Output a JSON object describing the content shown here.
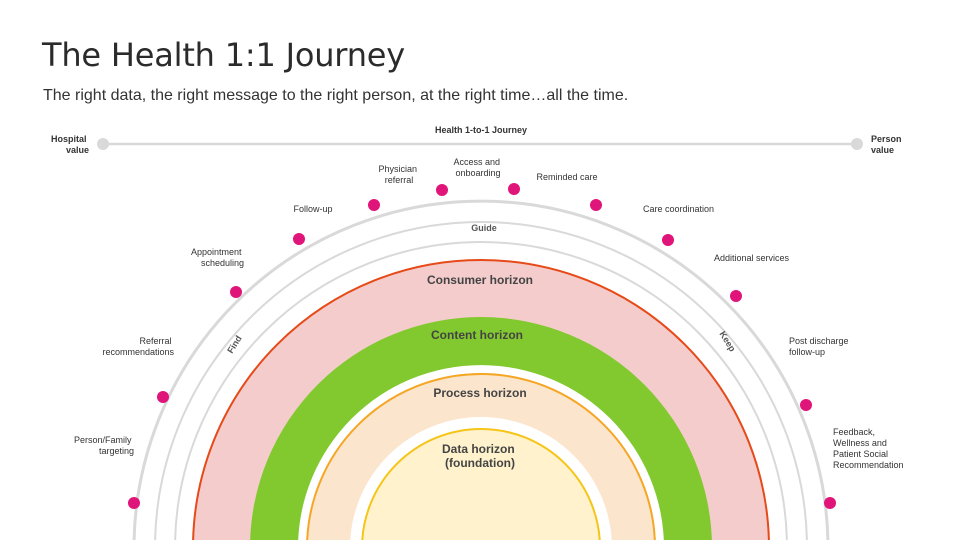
{
  "title": "The Health 1:1 Journey",
  "subtitle": "The right data, the right message to the right person, at the right time…all the time.",
  "axis": {
    "label": "Health 1-to-1 Journey",
    "left_label": [
      "Hospital",
      "value"
    ],
    "right_label": [
      "Person",
      "value"
    ]
  },
  "lanes": {
    "left": "Find",
    "top": "Guide",
    "right": "Keep"
  },
  "horizons": {
    "consumer": "Consumer horizon",
    "content": "Content horizon",
    "process": "Process horizon",
    "data": [
      "Data horizon",
      "(foundation)"
    ]
  },
  "steps": [
    {
      "label": [
        "Person/Family",
        "targeting"
      ]
    },
    {
      "label": [
        "Referral",
        "recommendations"
      ]
    },
    {
      "label": [
        "Appointment",
        "scheduling"
      ]
    },
    {
      "label": [
        "Follow-up"
      ]
    },
    {
      "label": [
        "Physician",
        "referral"
      ]
    },
    {
      "label": [
        "Access and",
        "onboarding"
      ]
    },
    {
      "label": [
        "Reminded care"
      ]
    },
    {
      "label": [
        "Care coordination"
      ]
    },
    {
      "label": [
        "Additional services"
      ]
    },
    {
      "label": [
        "Post discharge",
        "follow-up"
      ]
    },
    {
      "label": [
        "Feedback,",
        "Wellness and",
        "Patient Social",
        "Recommendation"
      ]
    }
  ],
  "colors": {
    "track": "#d9d9d9",
    "step_dot": "#e0157a",
    "consumer_fill": "#f4cccc",
    "consumer_stroke": "#e64a19",
    "content_fill": "#82c92f",
    "process_fill": "#fce5cd",
    "process_stroke": "#f5a623",
    "data_fill": "#fff2cc",
    "data_stroke": "#f5c518"
  }
}
